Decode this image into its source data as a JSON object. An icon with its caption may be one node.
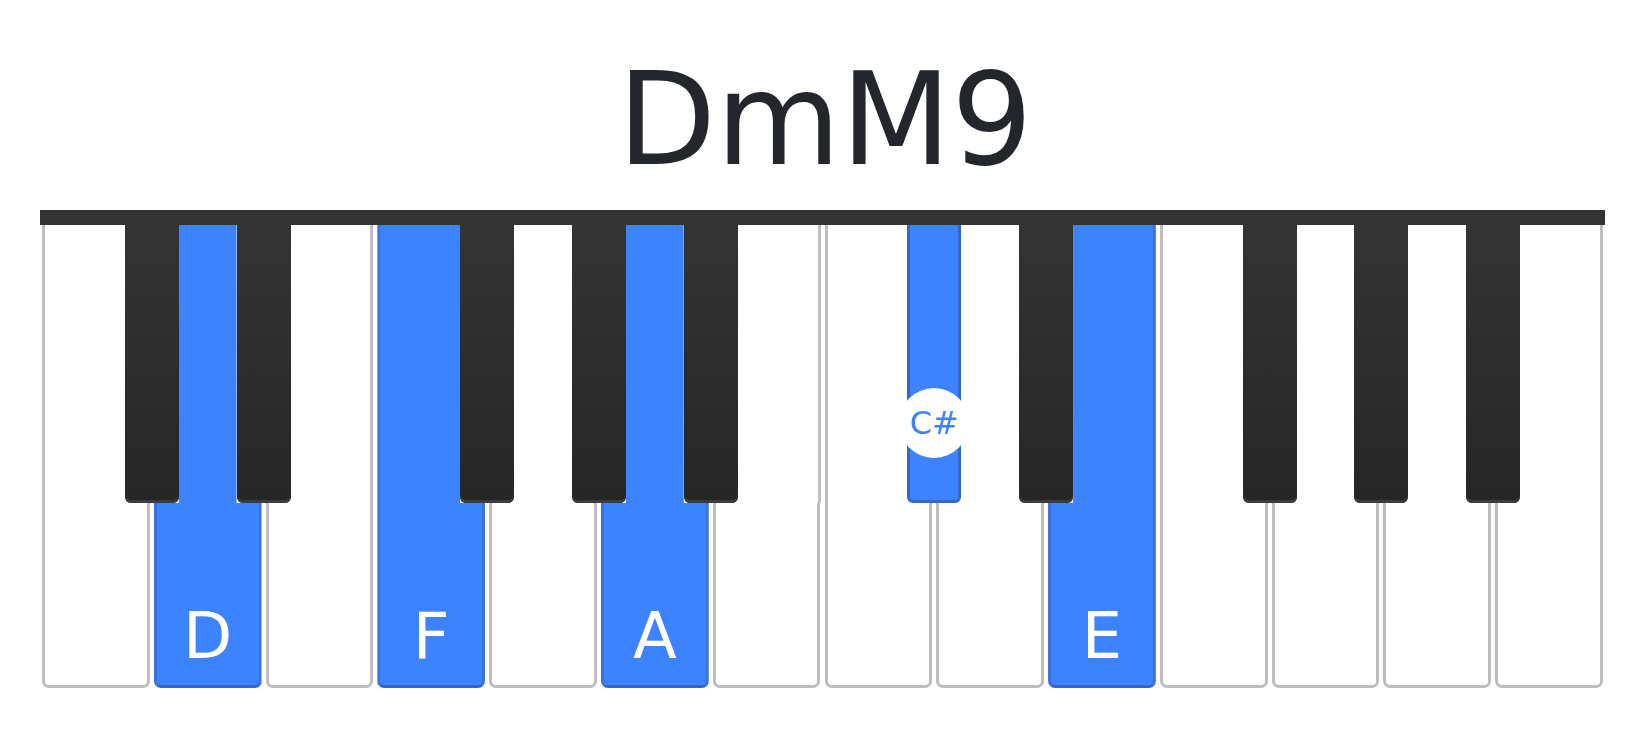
{
  "diagram": {
    "title": "DmM9",
    "nodes": [
      {
        "text": [],
        "shape": "box"
      },
      {
        "text": [],
        "shape": "box"
      },
      {
        "text": [
          "D"
        ]
      },
      {
        "text": [],
        "shape": "box"
      },
      {
        "text": [],
        "shape": "box"
      },
      {
        "text": [
          "F"
        ]
      },
      {
        "text": [],
        "shape": "box"
      },
      {
        "text": [],
        "shape": "box"
      },
      {
        "text": [],
        "shape": "box"
      },
      {
        "text": [
          "A"
        ]
      },
      {
        "text": [],
        "shape": "box"
      },
      {
        "text": [],
        "shape": "box"
      },
      {
        "text": [],
        "shape": "box"
      },
      {
        "text": [
          "C#"
        ]
      },
      {
        "text": [],
        "shape": "box"
      },
      {
        "text": [],
        "shape": "box"
      },
      {
        "text": [
          "E"
        ]
      },
      {
        "text": [],
        "shape": "box"
      },
      {
        "text": [],
        "shape": "box"
      },
      {
        "text": [],
        "shape": "box"
      },
      {
        "text": [],
        "shape": "box"
      },
      {
        "text": [],
        "shape": "box"
      },
      {
        "text": [],
        "shape": "box"
      },
      {
        "text": [],
        "shape": "box"
      }
    ]
  }
}
